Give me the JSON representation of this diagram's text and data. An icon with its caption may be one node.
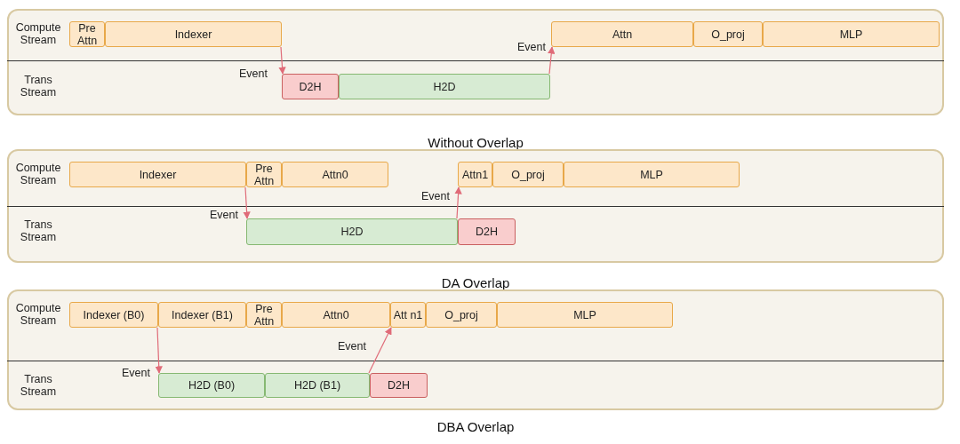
{
  "diagram": {
    "nodes": [
      {
        "text": [
          "Without Overlap"
        ]
      },
      {
        "text": [
          "Pre Attn"
        ],
        "in": 0
      },
      {
        "text": [
          "Indexer"
        ],
        "in": 0
      },
      {
        "text": [
          "Attn"
        ],
        "in": 0
      },
      {
        "text": [
          "O_proj"
        ],
        "in": 0
      },
      {
        "text": [
          "MLP"
        ],
        "in": 0
      },
      {
        "text": [
          "D2H"
        ],
        "in": 0
      },
      {
        "text": [
          "H2D"
        ],
        "in": 0
      },
      {
        "text": [
          "DA Overlap"
        ]
      },
      {
        "text": [
          "Indexer"
        ],
        "in": 8
      },
      {
        "text": [
          "Pre Attn"
        ],
        "in": 8
      },
      {
        "text": [
          "Attn0"
        ],
        "in": 8
      },
      {
        "text": [
          "Attn1"
        ],
        "in": 8
      },
      {
        "text": [
          "O_proj"
        ],
        "in": 8
      },
      {
        "text": [
          "MLP"
        ],
        "in": 8
      },
      {
        "text": [
          "H2D"
        ],
        "in": 8
      },
      {
        "text": [
          "D2H"
        ],
        "in": 8
      },
      {
        "text": [
          "DBA Overlap"
        ]
      },
      {
        "text": [
          "Indexer (B0)"
        ],
        "in": 17
      },
      {
        "text": [
          "Indexer (B1)"
        ],
        "in": 17
      },
      {
        "text": [
          "Pre Attn"
        ],
        "in": 17
      },
      {
        "text": [
          "Attn0"
        ],
        "in": 17
      },
      {
        "text": [
          "Att n1"
        ],
        "in": 17
      },
      {
        "text": [
          "O_proj"
        ],
        "in": 17
      },
      {
        "text": [
          "MLP"
        ],
        "in": 17
      },
      {
        "text": [
          "H2D (B0)"
        ],
        "in": 17
      },
      {
        "text": [
          "H2D (B1)"
        ],
        "in": 17
      },
      {
        "text": [
          "D2H"
        ],
        "in": 17
      }
    ],
    "edges": [
      {
        "from": 2,
        "to": 6,
        "arrow": "to",
        "label": "Event"
      },
      {
        "from": 7,
        "to": 3,
        "arrow": "to",
        "label": "Event"
      },
      {
        "from": 9,
        "to": 15,
        "arrow": "to",
        "label": "Event"
      },
      {
        "from": 15,
        "to": 12,
        "arrow": "to",
        "label": "Event"
      },
      {
        "from": 18,
        "to": 25,
        "arrow": "to",
        "label": "Event"
      },
      {
        "from": 26,
        "to": 22,
        "arrow": "to",
        "label": "Event"
      }
    ],
    "labels": [
      "Compute Stream",
      "Trans Stream",
      "Compute Stream",
      "Trans Stream",
      "Compute Stream",
      "Trans Stream"
    ]
  }
}
